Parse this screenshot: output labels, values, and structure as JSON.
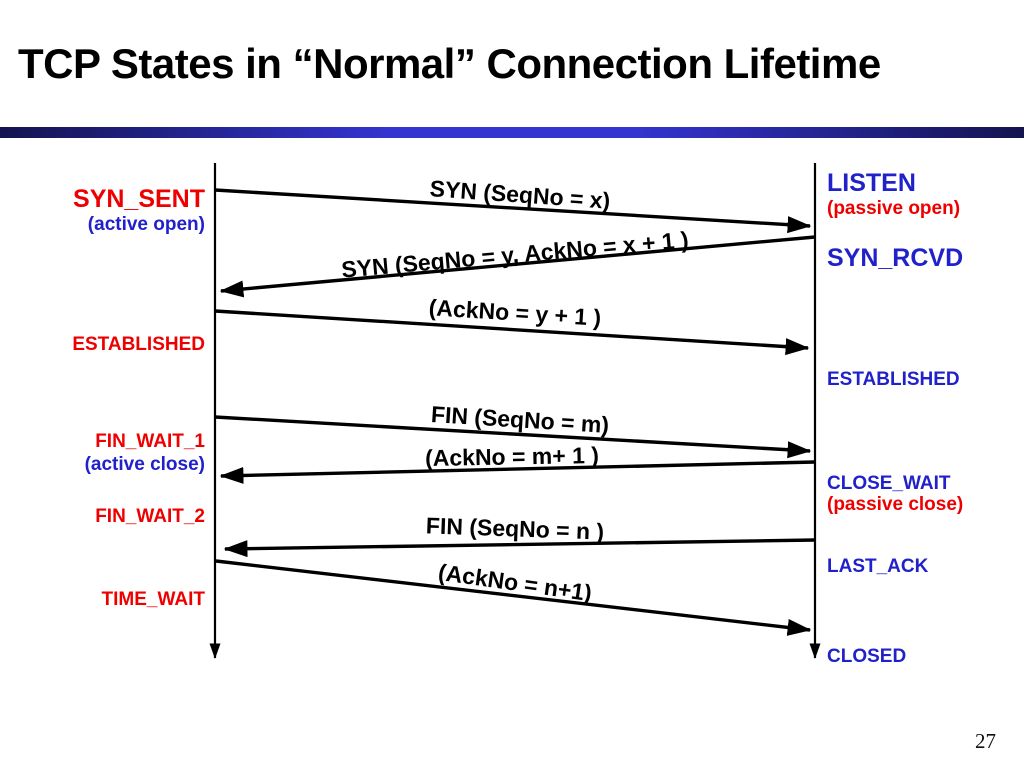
{
  "title": "TCP States in “Normal” Connection Lifetime",
  "page_number": "27",
  "left_states": {
    "syn_sent": "SYN_SENT",
    "syn_sent_note": "(active open)",
    "established": "ESTABLISHED",
    "fin_wait_1": "FIN_WAIT_1",
    "fin_wait_1_note": "(active close)",
    "fin_wait_2": "FIN_WAIT_2",
    "time_wait": "TIME_WAIT"
  },
  "right_states": {
    "listen": "LISTEN",
    "listen_note": "(passive open)",
    "syn_rcvd": "SYN_RCVD",
    "established": "ESTABLISHED",
    "close_wait": "CLOSE_WAIT",
    "close_wait_note": "(passive close)",
    "last_ack": "LAST_ACK",
    "closed": "CLOSED"
  },
  "messages": {
    "syn": "SYN (SeqNo = x)",
    "syn_ack": "SYN (SeqNo = y, AckNo = x + 1 )",
    "ack": "(AckNo = y + 1 )",
    "fin1": "FIN (SeqNo = m)",
    "fin1_ack": "(AckNo = m+ 1 )",
    "fin2": "FIN (SeqNo = n )",
    "fin2_ack": "(AckNo = n+1)"
  },
  "colors": {
    "state_red": "#ee0000",
    "state_blue": "#2121cc",
    "divider_dark": "#141450",
    "divider_bright": "#3434d0"
  }
}
